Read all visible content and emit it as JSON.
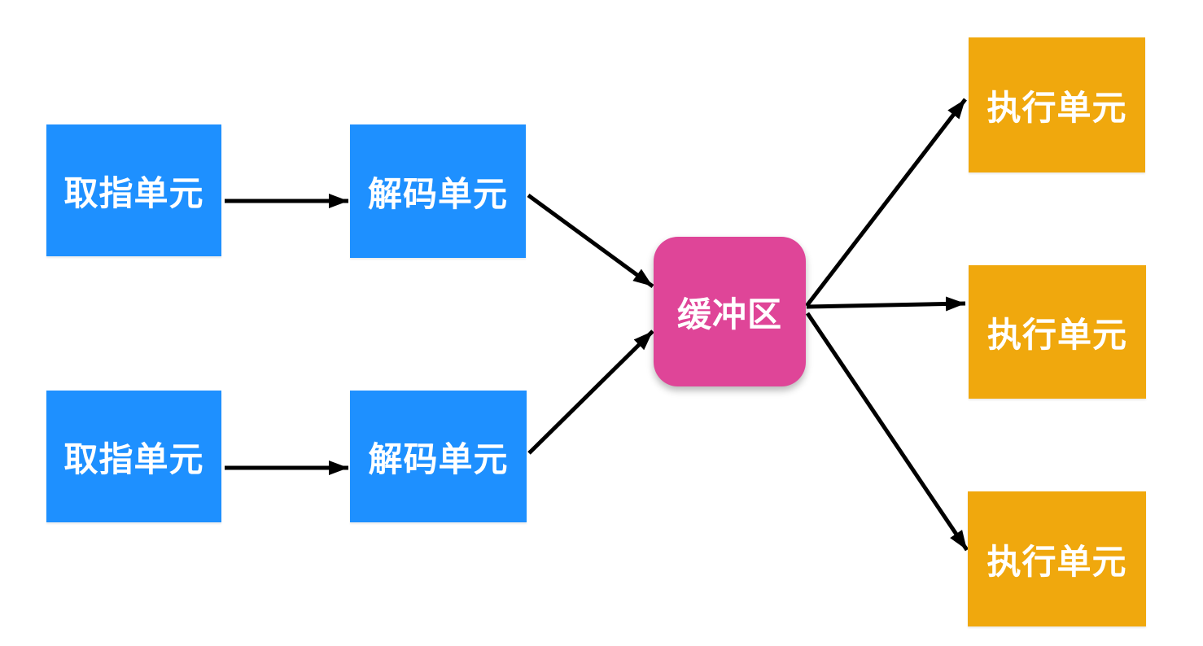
{
  "diagram": {
    "type": "flow-diagram",
    "description": "superscalar CPU pipeline with shared buffer",
    "colors": {
      "background": "#ffffff",
      "fetch_decode_blue": "#1e90ff",
      "buffer_pink": "#df4598",
      "execute_orange": "#f0a80d",
      "arrow_black": "#000000",
      "label_white": "#ffffff"
    },
    "nodes": [
      {
        "id": "fetch-1",
        "label": "取指单元",
        "type": "fetch",
        "shape": "rectangle"
      },
      {
        "id": "decode-1",
        "label": "解码单元",
        "type": "decode",
        "shape": "rectangle"
      },
      {
        "id": "fetch-2",
        "label": "取指单元",
        "type": "fetch",
        "shape": "rectangle"
      },
      {
        "id": "decode-2",
        "label": "解码单元",
        "type": "decode",
        "shape": "rectangle"
      },
      {
        "id": "buffer",
        "label": "缓冲区",
        "type": "buffer",
        "shape": "rounded-rectangle"
      },
      {
        "id": "exec-1",
        "label": "执行单元",
        "type": "execute",
        "shape": "rectangle"
      },
      {
        "id": "exec-2",
        "label": "执行单元",
        "type": "execute",
        "shape": "rectangle"
      },
      {
        "id": "exec-3",
        "label": "执行单元",
        "type": "execute",
        "shape": "rectangle"
      }
    ],
    "edges": [
      {
        "from": "fetch-1",
        "to": "decode-1"
      },
      {
        "from": "fetch-2",
        "to": "decode-2"
      },
      {
        "from": "decode-1",
        "to": "buffer"
      },
      {
        "from": "decode-2",
        "to": "buffer"
      },
      {
        "from": "buffer",
        "to": "exec-1"
      },
      {
        "from": "buffer",
        "to": "exec-2"
      },
      {
        "from": "buffer",
        "to": "exec-3"
      }
    ]
  }
}
